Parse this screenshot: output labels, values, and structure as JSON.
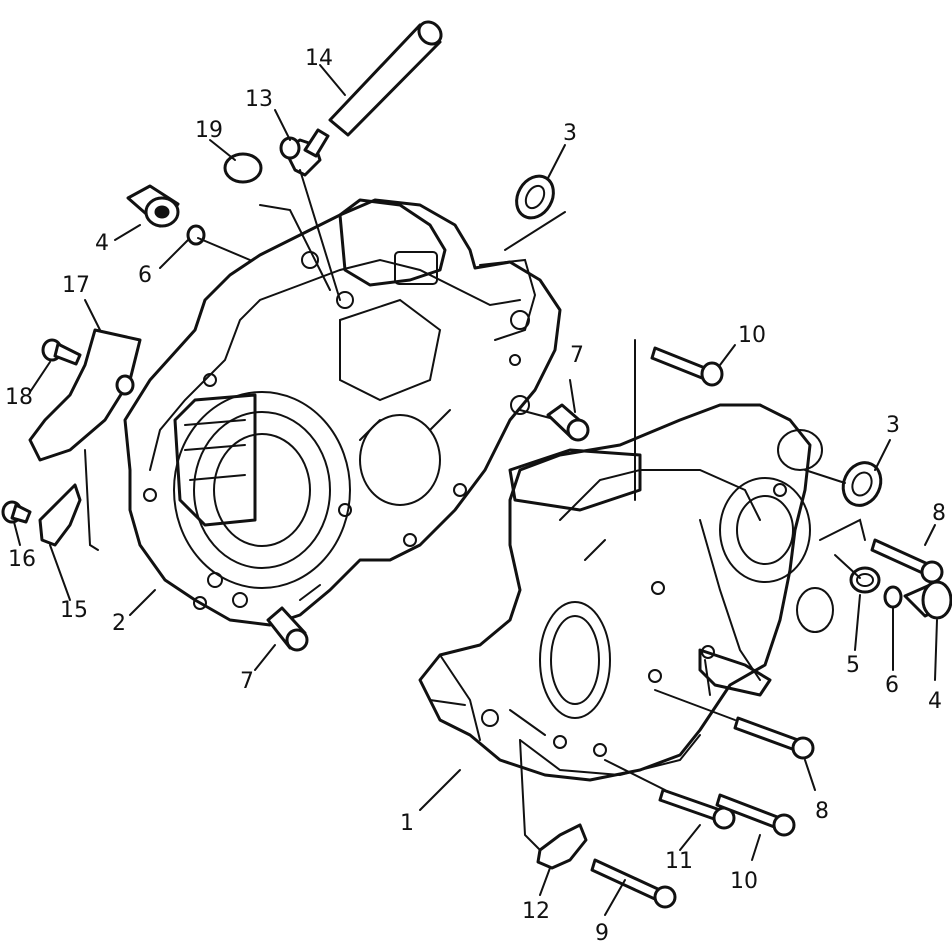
{
  "labels": {
    "l1": "1",
    "l2": "2",
    "l3a": "3",
    "l3b": "3",
    "l4a": "4",
    "l4b": "4",
    "l5": "5",
    "l6a": "6",
    "l6b": "6",
    "l7a": "7",
    "l7b": "7",
    "l8a": "8",
    "l8b": "8",
    "l9": "9",
    "l10a": "10",
    "l10b": "10",
    "l11": "11",
    "l12": "12",
    "l13": "13",
    "l14": "14",
    "l15": "15",
    "l16": "16",
    "l17": "17",
    "l18": "18",
    "l19": "19"
  }
}
